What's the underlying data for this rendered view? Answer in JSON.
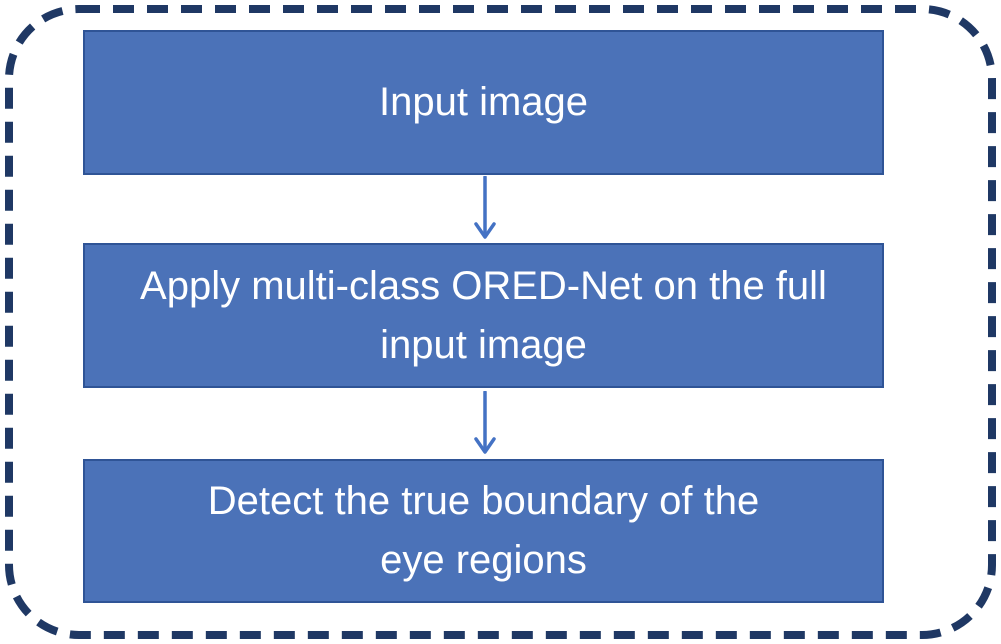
{
  "diagram": {
    "type": "flowchart",
    "boxes": [
      {
        "id": "input-image",
        "lines": [
          "Input image",
          ""
        ]
      },
      {
        "id": "apply-ored-net",
        "lines": [
          "Apply multi-class ORED-Net on the full",
          "input image"
        ]
      },
      {
        "id": "detect-boundary",
        "lines": [
          "Detect the true boundary of the",
          "eye regions"
        ]
      }
    ],
    "arrows": [
      {
        "from": "input-image",
        "to": "apply-ored-net",
        "direction": "down"
      },
      {
        "from": "apply-ored-net",
        "to": "detect-boundary",
        "direction": "down"
      }
    ],
    "colors": {
      "box_fill": "#4B72B8",
      "box_border": "#2F5496",
      "box_text": "#FFFFFF",
      "arrow": "#4472C4",
      "outer_border": "#1F3864",
      "background": "#FFFFFF"
    }
  }
}
